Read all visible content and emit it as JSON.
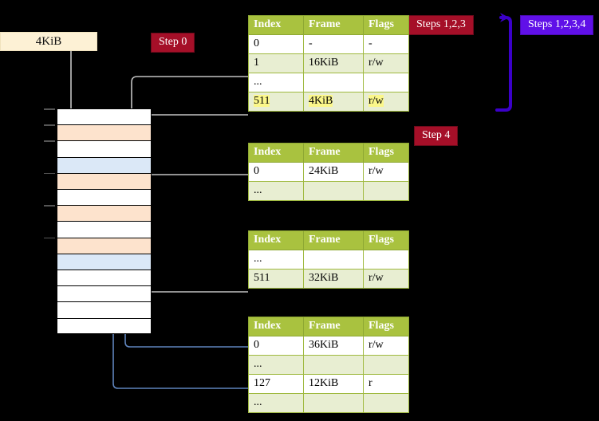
{
  "diagram": {
    "title_visible": false,
    "size_box": {
      "label": "4KiB"
    },
    "badges": {
      "step0": "Step 0",
      "steps123": "Steps 1,2,3",
      "steps1234": "Steps 1,2,3,4",
      "step4": "Step 4"
    },
    "colors": {
      "badge_red": "#a50f28",
      "badge_blue": "#6010e8",
      "table_header": "#a9c23f",
      "table_alt_row": "#e8eed2",
      "highlight": "#fbf78a",
      "mem_peach": "#fde3cd",
      "mem_blue": "#dbe8f7",
      "wire_gray": "#b9b9b9",
      "wire_blue": "#5f84bd",
      "size_box_fill": "#fdf1d5"
    },
    "columns": [
      "Index",
      "Frame",
      "Flags"
    ],
    "tables": [
      {
        "name": "page-table-level-1",
        "rows": [
          {
            "index": "0",
            "frame": "-",
            "flags": "-",
            "alt": false,
            "highlight": false
          },
          {
            "index": "1",
            "frame": "16KiB",
            "flags": "r/w",
            "alt": true,
            "highlight": false
          },
          {
            "index": "...",
            "frame": "",
            "flags": "",
            "alt": false,
            "highlight": false
          },
          {
            "index": "511",
            "frame": "4KiB",
            "flags": "r/w",
            "alt": true,
            "highlight": true
          }
        ]
      },
      {
        "name": "page-table-level-2",
        "rows": [
          {
            "index": "0",
            "frame": "24KiB",
            "flags": "r/w",
            "alt": false,
            "highlight": false
          },
          {
            "index": "...",
            "frame": "",
            "flags": "",
            "alt": true,
            "highlight": false
          }
        ]
      },
      {
        "name": "page-table-level-3",
        "rows": [
          {
            "index": "...",
            "frame": "",
            "flags": "",
            "alt": false,
            "highlight": false
          },
          {
            "index": "511",
            "frame": "32KiB",
            "flags": "r/w",
            "alt": true,
            "highlight": false
          }
        ]
      },
      {
        "name": "page-table-level-4",
        "rows": [
          {
            "index": "0",
            "frame": "36KiB",
            "flags": "r/w",
            "alt": false,
            "highlight": false
          },
          {
            "index": "...",
            "frame": "",
            "flags": "",
            "alt": true,
            "highlight": false
          },
          {
            "index": "127",
            "frame": "12KiB",
            "flags": "r",
            "alt": false,
            "highlight": false
          },
          {
            "index": "...",
            "frame": "",
            "flags": "",
            "alt": true,
            "highlight": false
          }
        ]
      }
    ],
    "memory_rows": [
      {
        "fill": "white",
        "tick": true
      },
      {
        "fill": "peach",
        "tick": true
      },
      {
        "fill": "white",
        "tick": true
      },
      {
        "fill": "blue",
        "tick": false
      },
      {
        "fill": "peach",
        "tick": true
      },
      {
        "fill": "white",
        "tick": false
      },
      {
        "fill": "peach",
        "tick": true
      },
      {
        "fill": "white",
        "tick": false
      },
      {
        "fill": "peach",
        "tick": true
      },
      {
        "fill": "blue",
        "tick": false
      },
      {
        "fill": "white",
        "tick": false
      },
      {
        "fill": "white",
        "tick": false
      },
      {
        "fill": "white",
        "tick": false
      },
      {
        "fill": "white",
        "tick": false
      }
    ]
  }
}
